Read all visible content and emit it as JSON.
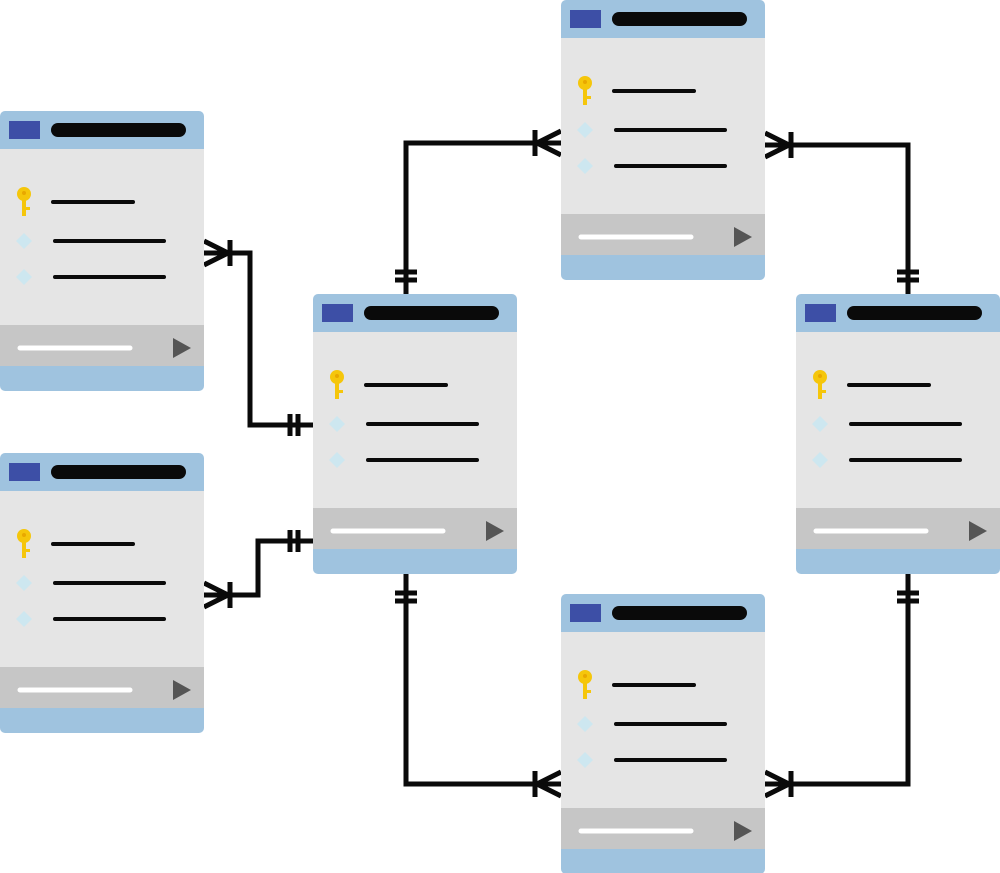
{
  "colors": {
    "header": "#9fc3df",
    "body": "#e5e5e5",
    "footer_bar": "#c6c6c6",
    "title_square": "#3d4fa6",
    "title_bar": "#0a0a0a",
    "field_line": "#0a0a0a",
    "key_icon": "#f5c60b",
    "diamond_icon": "#cde7f0",
    "footer_line": "#ffffff",
    "play_icon": "#555555",
    "connector": "#0a0a0a",
    "border": "#c9d0d6"
  },
  "icons": {
    "title": "window-icon",
    "primary_key": "key-icon",
    "field": "diamond-icon",
    "footer": "play-icon"
  },
  "tables": [
    {
      "id": "left-top",
      "fields": [
        "primary-key",
        "field",
        "field"
      ]
    },
    {
      "id": "left-bottom",
      "fields": [
        "primary-key",
        "field",
        "field"
      ]
    },
    {
      "id": "center",
      "fields": [
        "primary-key",
        "field",
        "field"
      ]
    },
    {
      "id": "top",
      "fields": [
        "primary-key",
        "field",
        "field"
      ]
    },
    {
      "id": "right",
      "fields": [
        "primary-key",
        "field",
        "field"
      ]
    },
    {
      "id": "bottom",
      "fields": [
        "primary-key",
        "field",
        "field"
      ]
    }
  ],
  "relationships": [
    {
      "from": "left-top",
      "to": "center",
      "from_end": "one-or-many",
      "to_end": "one-and-only-one"
    },
    {
      "from": "left-bottom",
      "to": "center",
      "from_end": "one-or-many",
      "to_end": "one-and-only-one"
    },
    {
      "from": "center",
      "to": "top",
      "from_end": "one-and-only-one",
      "to_end": "one-or-many"
    },
    {
      "from": "center",
      "to": "bottom",
      "from_end": "one-and-only-one",
      "to_end": "one-or-many"
    },
    {
      "from": "right",
      "to": "top",
      "from_end": "one-and-only-one",
      "to_end": "one-or-many"
    },
    {
      "from": "right",
      "to": "bottom",
      "from_end": "one-and-only-one",
      "to_end": "one-or-many"
    }
  ]
}
